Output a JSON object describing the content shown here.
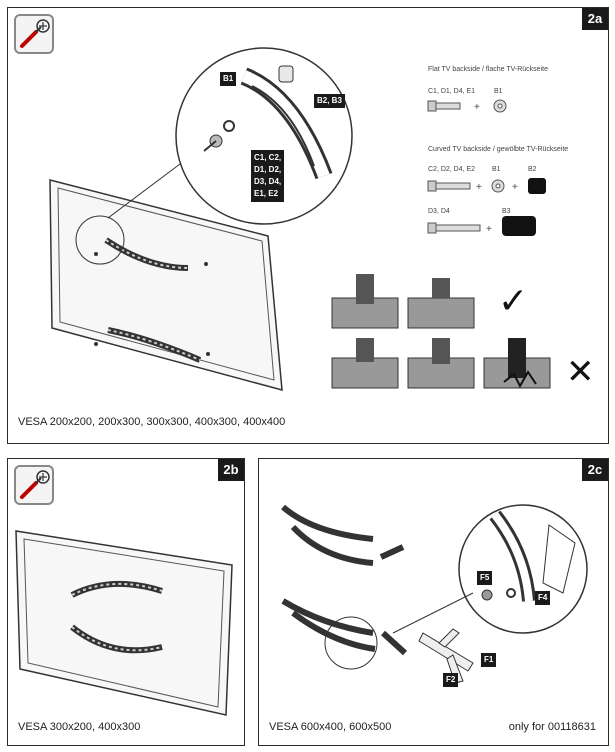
{
  "panel_2a": {
    "badge": "2a",
    "caption": "VESA 200x200, 200x300, 300x300, 400x300, 400x400",
    "tag_b1": "B1",
    "tag_b2b3": "B2, B3",
    "tag_screws": [
      "C1, C2,",
      "D1, D2,",
      "D3, D4,",
      "E1, E2"
    ],
    "flat_title": "Flat TV backside / flache TV-Rückseite",
    "flat_screw": "C1, D1, D4, E1",
    "flat_washer": "B1",
    "curved_title": "Curved TV backside / gewölbte TV-Rückseite",
    "curved_screw": "C2, D2, D4, E2",
    "curved_washer": "B1",
    "curved_spacer": "B2",
    "long_screw": "D3, D4",
    "long_spacer": "B3",
    "plus": "+",
    "check": "✓",
    "cross": "✕"
  },
  "panel_2b": {
    "badge": "2b",
    "caption": "VESA 300x200, 400x300"
  },
  "panel_2c": {
    "badge": "2c",
    "caption": "VESA 600x400, 600x500",
    "note": "only for 00118631",
    "tag_f1": "F1",
    "tag_f2": "F2",
    "tag_f4": "F4",
    "tag_f5": "F5"
  },
  "icons": {
    "tool": "screwdriver-screw-icon"
  }
}
